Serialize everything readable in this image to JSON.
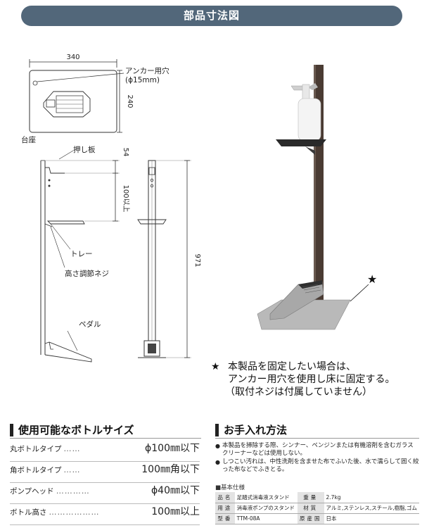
{
  "header": {
    "title": "部品寸法図"
  },
  "drawing": {
    "dim_width": "340",
    "dim_depth": "240",
    "anchor_label": "アンカー用穴",
    "anchor_size": "(ϕ15mm)",
    "base_label": "台座",
    "push_plate_label": "押し板",
    "dim_push": "54",
    "dim_clearance": "100以上",
    "tray_label": "トレー",
    "screw_label": "高さ調節ネジ",
    "dim_height": "971",
    "pedal_label": "ペダル"
  },
  "note": {
    "star": "★",
    "line1": "本製品を固定したい場合は、",
    "line2": "アンカー用穴を使用し床に固定する。",
    "line3": "（取付ネジは付属していません）"
  },
  "bottles": {
    "title": "使用可能なボトルサイズ",
    "rows": [
      {
        "label": "丸ボトルタイプ",
        "dots": "……",
        "value": "ϕ100㎜以下"
      },
      {
        "label": "角ボトルタイプ",
        "dots": "……",
        "value": "100㎜角以下"
      },
      {
        "label": "ポンプヘッド",
        "dots": "…………",
        "value": "ϕ40㎜以下"
      },
      {
        "label": "ボトル高さ",
        "dots": "………………",
        "value": "100㎜以上"
      }
    ]
  },
  "care": {
    "title": "お手入れ方法",
    "items": [
      "本製品を掃除する際、シンナー、ベンジンまたは有機溶剤を含むガラスクリーナーなどは使用しない。",
      "しつこい汚れは、中性洗剤を含ませた布でふいた後、水で濡らして固く絞った布などでふきとる。"
    ]
  },
  "spec": {
    "title": "■基本仕様",
    "rows": [
      {
        "k1": "品名",
        "v1": "足踏式消毒液スタンド",
        "k2": "重量",
        "v2": "2.7kg"
      },
      {
        "k1": "用途",
        "v1": "消毒液ポンプのスタンド",
        "k2": "材質",
        "v2": "アルミ,ステンレス,スチール,樹脂,ゴム"
      },
      {
        "k1": "型番",
        "v1": "TTM-08A",
        "k2": "原産国",
        "v2": "日本"
      }
    ]
  }
}
